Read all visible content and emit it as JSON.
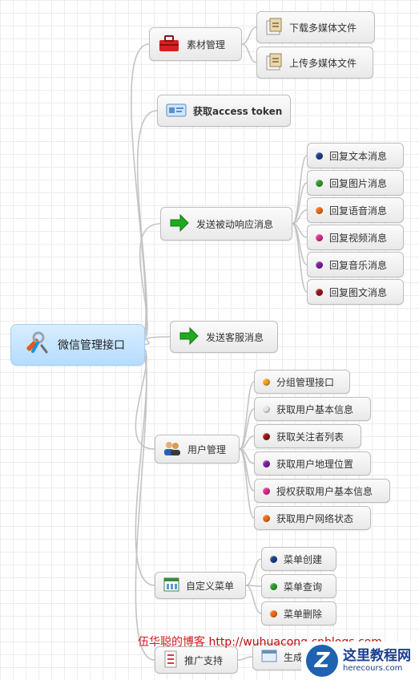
{
  "root": {
    "label": "微信管理接口",
    "icon": "tools-icon"
  },
  "branches": [
    {
      "id": "material",
      "label": "素材管理",
      "icon": "toolbox-icon",
      "children": [
        {
          "label": "下载多媒体文件",
          "icon": "document-icon"
        },
        {
          "label": "上传多媒体文件",
          "icon": "document-icon"
        }
      ]
    },
    {
      "id": "token",
      "label": "获取access token",
      "icon": "id-card-icon",
      "children": []
    },
    {
      "id": "passive",
      "label": "发送被动响应消息",
      "icon": "green-arrow-icon",
      "children": [
        {
          "label": "回复文本消息",
          "color": "#1c3f8a"
        },
        {
          "label": "回复图片消息",
          "color": "#2f9e2a"
        },
        {
          "label": "回复语音消息",
          "color": "#f06a10"
        },
        {
          "label": "回复视频消息",
          "color": "#e0288a"
        },
        {
          "label": "回复音乐消息",
          "color": "#7a1fa2"
        },
        {
          "label": "回复图文消息",
          "color": "#9a1414"
        }
      ]
    },
    {
      "id": "service",
      "label": "发送客服消息",
      "icon": "green-arrow-icon",
      "children": []
    },
    {
      "id": "user",
      "label": "用户管理",
      "icon": "users-icon",
      "children": [
        {
          "label": "分组管理接口",
          "color": "#f2a020"
        },
        {
          "label": "获取用户基本信息",
          "color": "#e6e6e6"
        },
        {
          "label": "获取关注者列表",
          "color": "#9a1414"
        },
        {
          "label": "获取用户地理位置",
          "color": "#7a1fa2"
        },
        {
          "label": "授权获取用户基本信息",
          "color": "#e0288a"
        },
        {
          "label": "获取用户网络状态",
          "color": "#f06a10"
        }
      ]
    },
    {
      "id": "menu",
      "label": "自定义菜单",
      "icon": "menu-icon",
      "children": [
        {
          "label": "菜单创建",
          "color": "#1c3f8a"
        },
        {
          "label": "菜单查询",
          "color": "#2f9e2a"
        },
        {
          "label": "菜单删除",
          "color": "#f06a10"
        }
      ]
    },
    {
      "id": "promo",
      "label": "推广支持",
      "icon": "list-icon",
      "children": [
        {
          "label": "生成",
          "icon": "window-icon"
        }
      ]
    }
  ],
  "watermark": {
    "prefix": "伍华聪的博客 ",
    "url": "http://wuhuacong.cnblogs.com"
  },
  "site_logo": {
    "title": "这里教程网",
    "url": "herecours.com"
  },
  "colors": {
    "root_fill": "#b5dcff",
    "link": "#c4c4c4",
    "arrow_green": "#1faa1f"
  }
}
